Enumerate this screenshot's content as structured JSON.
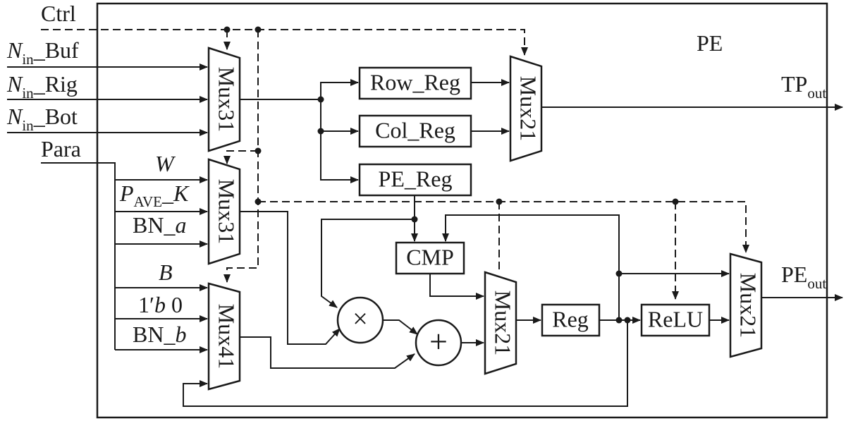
{
  "diagram": {
    "block_title": "PE",
    "inputs": {
      "ctrl": "Ctrl",
      "para": "Para",
      "nin_buf": {
        "main": "N",
        "sub": "in",
        "tail": "_Buf"
      },
      "nin_rig": {
        "main": "N",
        "sub": "in",
        "tail": "_Rig"
      },
      "nin_bot": {
        "main": "N",
        "sub": "in",
        "tail": "_Bot"
      }
    },
    "params": {
      "w": "W",
      "pave_k": {
        "main": "P",
        "sub": "AVE",
        "tail": "_K"
      },
      "bn_a": {
        "main": "BN_",
        "tail": "a"
      },
      "b": "B",
      "zero": {
        "main": "1′",
        "tail": "b",
        "end": " 0"
      },
      "bn_b": {
        "main": "BN_",
        "tail": "b"
      }
    },
    "muxes": {
      "mux31_top": "Mux31",
      "mux31_mid": "Mux31",
      "mux41": "Mux41",
      "mux21_top": "Mux21",
      "mux21_mid": "Mux21",
      "mux21_out": "Mux21"
    },
    "blocks": {
      "row_reg": "Row_Reg",
      "col_reg": "Col_Reg",
      "pe_reg": "PE_Reg",
      "cmp": "CMP",
      "reg": "Reg",
      "relu": "ReLU"
    },
    "operators": {
      "multiply": "×",
      "add": "+"
    },
    "outputs": {
      "tp_out": {
        "main": "TP",
        "sub": "out"
      },
      "pe_out": {
        "main": "PE",
        "sub": "out"
      }
    }
  }
}
